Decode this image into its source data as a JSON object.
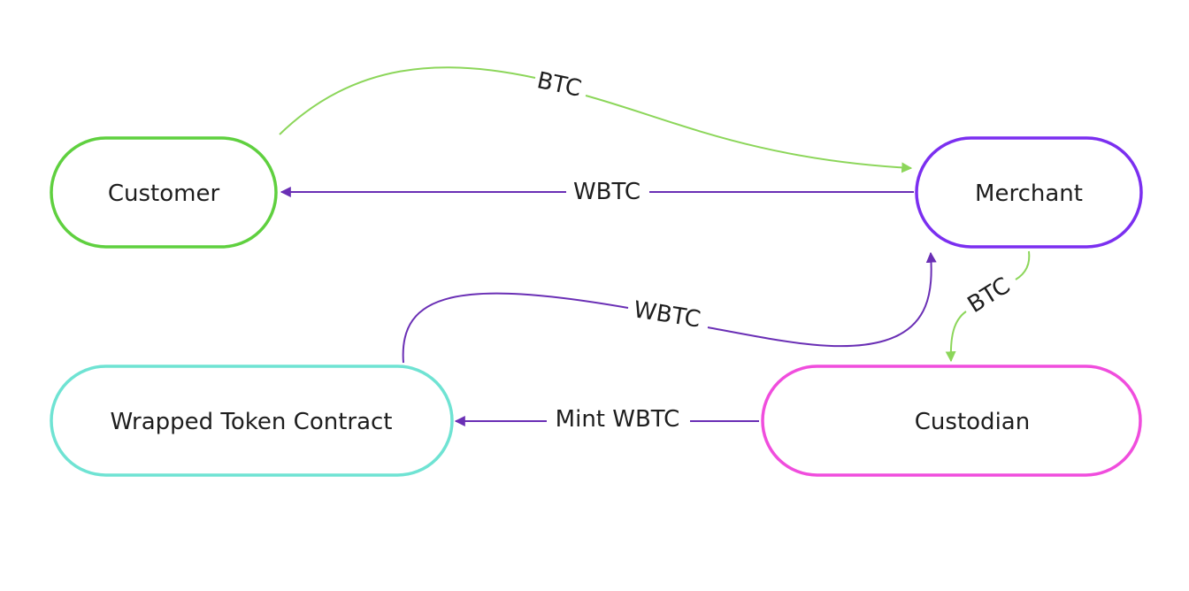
{
  "colors": {
    "green": "#5fd03f",
    "light_green": "#8cd65a",
    "purple": "#7b2ff0",
    "dark_purple": "#6a2fb5",
    "teal": "#6fe3d3",
    "magenta": "#f04ddd"
  },
  "nodes": {
    "customer": {
      "label": "Customer"
    },
    "merchant": {
      "label": "Merchant"
    },
    "wrapped_token_contract": {
      "label": "Wrapped Token Contract"
    },
    "custodian": {
      "label": "Custodian"
    }
  },
  "edges": {
    "btc_customer_to_merchant": {
      "label": "BTC"
    },
    "wbtc_merchant_to_customer": {
      "label": "WBTC"
    },
    "wbtc_contract_to_merchant": {
      "label": "WBTC"
    },
    "btc_merchant_to_custodian": {
      "label": "BTC"
    },
    "mint_wbtc_custodian_to_contract": {
      "label": "Mint WBTC"
    }
  }
}
